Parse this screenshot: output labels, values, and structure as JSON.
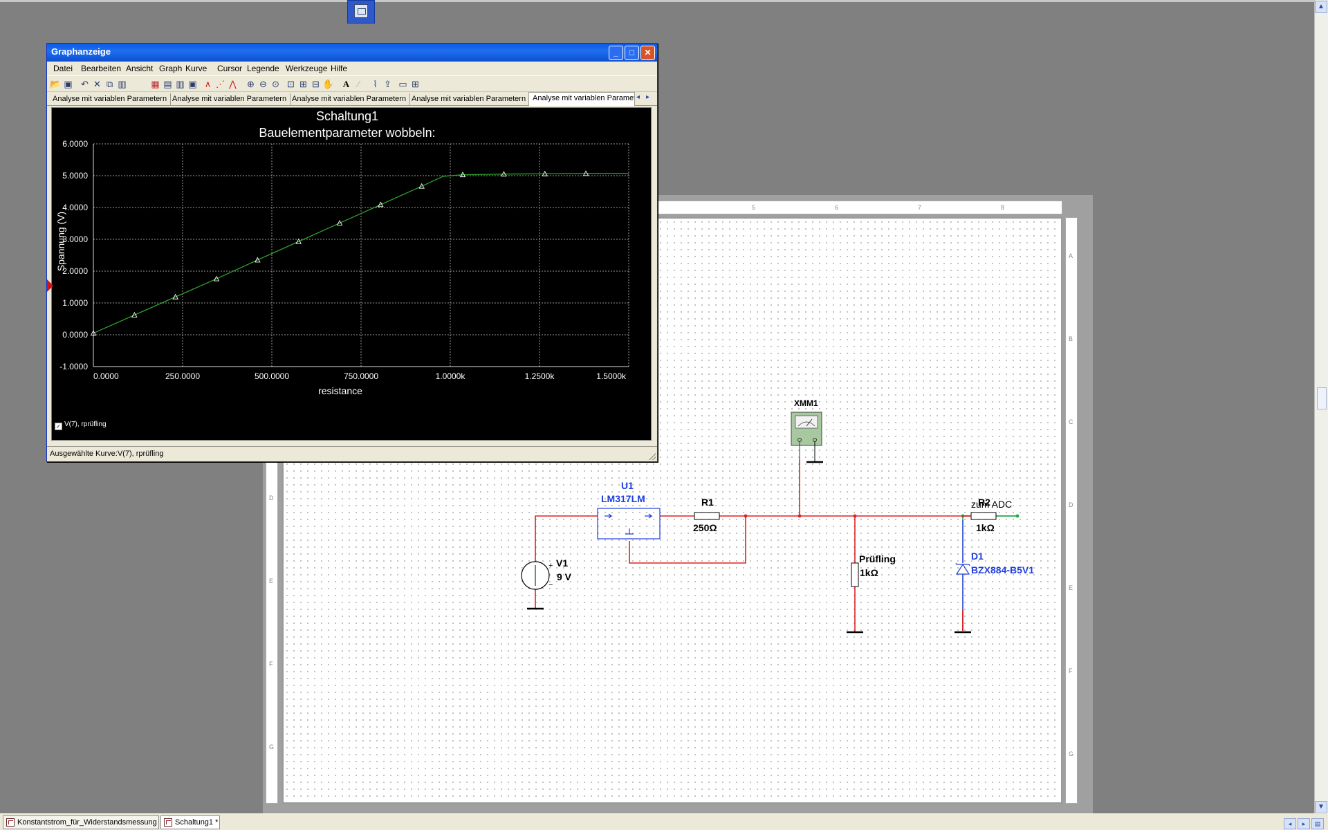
{
  "graph_window": {
    "title": "Graphanzeige",
    "menu": [
      "Datei",
      "Bearbeiten",
      "Ansicht",
      "Graph",
      "Kurve",
      "Cursor",
      "Legende",
      "Werkzeuge",
      "Hilfe"
    ],
    "tabs": [
      "Analyse mit variablen Parametern",
      "Analyse mit variablen Parametern",
      "Analyse mit variablen Parametern",
      "Analyse mit variablen Parametern",
      "Analyse mit variablen Paramet"
    ],
    "toolbar_icons": [
      "open-icon",
      "save-icon",
      "undo-icon",
      "delete-icon",
      "copy-icon",
      "paste-icon",
      "grid-icon",
      "legend-icon",
      "cursors-icon",
      "overlay-icon",
      "line-icon",
      "marker-icon",
      "select-marker-icon",
      "zoom-in-icon",
      "zoom-out-icon",
      "zoom-reset-icon",
      "zoom-area-icon",
      "zoom-x-icon",
      "zoom-y-icon",
      "pan-icon",
      "text-icon",
      "disabled-icon",
      "trace-icon",
      "export-icon",
      "properties-icon",
      "copy-graph-icon"
    ],
    "status": "Ausgewählte Kurve:V(7), rprüfling",
    "legend_label": "V(7), rprüfling",
    "minimize": "_",
    "maximize": "□",
    "close": "✕"
  },
  "chart_data": {
    "type": "line",
    "title": "Schaltung1",
    "subtitle": "Bauelementparameter wobbeln:",
    "xlabel": "resistance",
    "ylabel": "Spannung (V)",
    "xlim": [
      0,
      1500
    ],
    "ylim": [
      -1,
      6
    ],
    "x_ticks": [
      "0.0000",
      "250.0000",
      "500.0000",
      "750.0000",
      "1.0000k",
      "1.2500k",
      "1.5000k"
    ],
    "x_tick_values": [
      0,
      250,
      500,
      750,
      1000,
      1250,
      1500
    ],
    "y_ticks": [
      "-1.0000",
      "0.0000",
      "1.0000",
      "2.0000",
      "3.0000",
      "4.0000",
      "5.0000",
      "6.0000"
    ],
    "y_tick_values": [
      -1,
      0,
      1,
      2,
      3,
      4,
      5,
      6
    ],
    "grid": true,
    "line_color": "#2ea12e",
    "series": [
      {
        "name": "V(7), rprüfling",
        "x": [
          0,
          115,
          230,
          345,
          460,
          575,
          690,
          805,
          920,
          980,
          1035,
          1150,
          1265,
          1380,
          1500
        ],
        "y": [
          0.05,
          0.62,
          1.19,
          1.76,
          2.35,
          2.93,
          3.51,
          4.09,
          4.67,
          4.98,
          5.03,
          5.05,
          5.06,
          5.07,
          5.07
        ]
      }
    ],
    "markers_x": [
      0,
      115,
      230,
      345,
      460,
      575,
      690,
      805,
      920,
      1035,
      1150,
      1265,
      1380
    ],
    "markers_y": [
      0.05,
      0.62,
      1.19,
      1.76,
      2.35,
      2.93,
      3.51,
      4.09,
      4.67,
      5.03,
      5.05,
      5.06,
      5.07
    ]
  },
  "schematic": {
    "rulers_top": [
      "5",
      "6",
      "7",
      "8"
    ],
    "rulers_right": [
      "A",
      "B",
      "C",
      "D",
      "E",
      "F",
      "G"
    ],
    "rulers_left": [
      "D",
      "E",
      "F",
      "G"
    ],
    "components": {
      "u1_ref": "U1",
      "u1_value": "LM317LM",
      "r1_ref": "R1",
      "r1_value": "250Ω",
      "r2_ref": "R2",
      "r2_value": "1kΩ",
      "v1_ref": "V1",
      "v1_value": "9 V",
      "dut_ref": "Prüfling",
      "dut_value": "1kΩ",
      "d1_ref": "D1",
      "d1_value": "BZX884-B5V1",
      "xmm1_ref": "XMM1",
      "adc_label": "zum ADC",
      "plus": "+",
      "minus": "−"
    },
    "colors": {
      "wire_red": "#e02020",
      "wire_green": "#22aa44",
      "wire_blue": "#2040d0",
      "component_blue": "#1e3ee0"
    }
  },
  "taskbar": {
    "tabs": [
      "Konstantstrom_für_Widerstandsmessung",
      "Schaltung1 *"
    ]
  }
}
